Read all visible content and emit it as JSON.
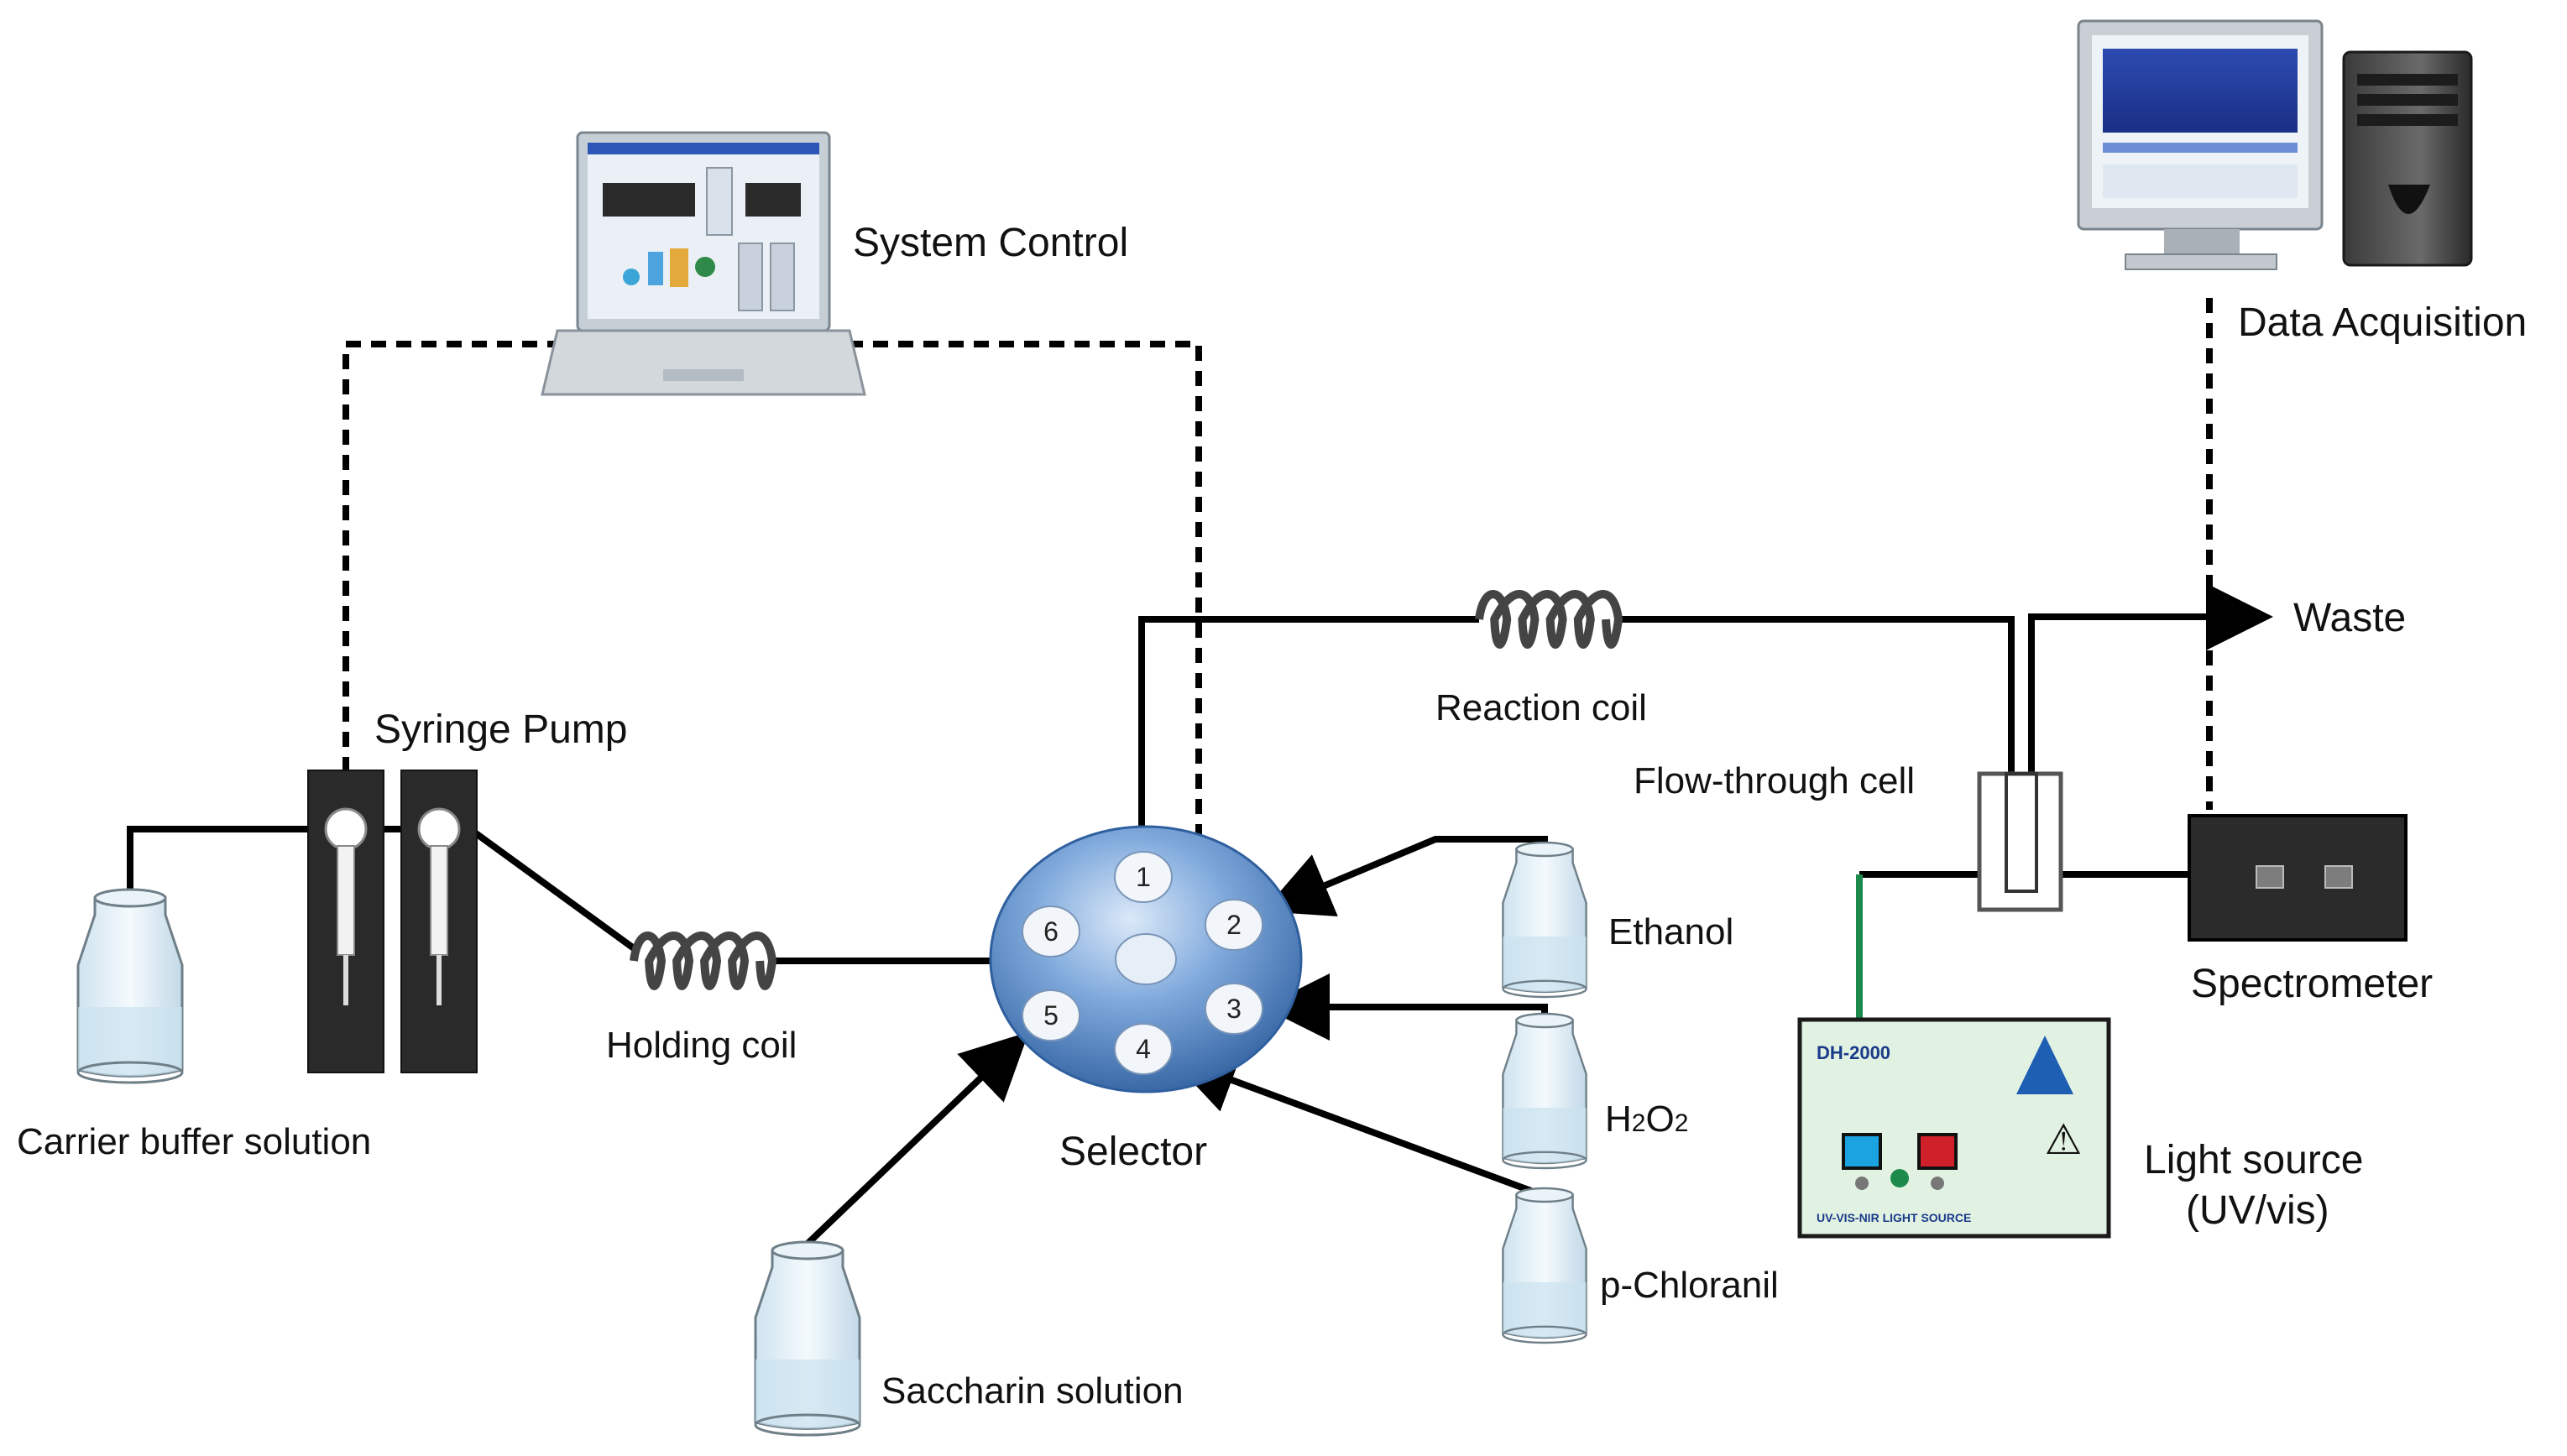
{
  "labels": {
    "system_control": "System Control",
    "data_acquisition": "Data Acquisition",
    "syringe_pump": "Syringe Pump",
    "waste": "Waste",
    "reaction_coil": "Reaction coil",
    "flow_through_cell": "Flow-through cell",
    "ethanol": "Ethanol",
    "h2o2_prefix": "H",
    "h2o2_sub1": "2",
    "h2o2_mid": "O",
    "h2o2_sub2": "2",
    "spectrometer": "Spectrometer",
    "holding_coil": "Holding coil",
    "carrier_buffer": "Carrier buffer solution",
    "selector": "Selector",
    "light_source_line1": "Light source",
    "light_source_line2": "(UV/vis)",
    "p_chloranil": "p-Chloranil",
    "saccharin": "Saccharin solution"
  },
  "selector_ports": [
    "1",
    "2",
    "3",
    "4",
    "5",
    "6"
  ],
  "light_source_panel": {
    "model": "DH-2000",
    "footer": "UV-VIS-NIR LIGHT SOURCE",
    "warning_symbol": "⚠"
  },
  "colors": {
    "line": "#000000",
    "fiber": "#1b8a4a",
    "selector_fill": "#4f86c6",
    "light_source_bg": "#e2f2e2",
    "spectrometer_body": "#2b2b2b",
    "pump_body": "#2a2a2a"
  }
}
